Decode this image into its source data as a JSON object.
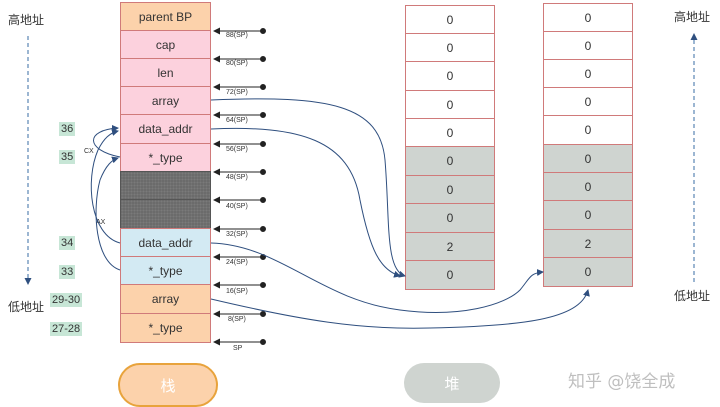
{
  "left_axis": {
    "top_label": "高地址",
    "bottom_label": "低地址"
  },
  "right_axis": {
    "top_label": "高地址",
    "bottom_label": "低地址"
  },
  "line_numbers": [
    "36",
    "35",
    "34",
    "33",
    "29-30",
    "27-28"
  ],
  "register_labels": {
    "cx": "CX",
    "ax": "AX"
  },
  "stack_cells": [
    "parent BP",
    "cap",
    "len",
    "array",
    "data_addr",
    "*_type",
    "",
    "",
    "data_addr",
    "*_type",
    "array",
    "*_type"
  ],
  "sp_offsets": [
    "88(SP)",
    "80(SP)",
    "72(SP)",
    "64(SP)",
    "56(SP)",
    "48(SP)",
    "40(SP)",
    "32(SP)",
    "24(SP)",
    "16(SP)",
    "8(SP)",
    "SP"
  ],
  "heap_left": [
    "0",
    "0",
    "0",
    "0",
    "0",
    "0",
    "0",
    "0",
    "2",
    "0"
  ],
  "heap_right": [
    "0",
    "0",
    "0",
    "0",
    "0",
    "0",
    "0",
    "0",
    "2",
    "0"
  ],
  "buttons": {
    "stack": "栈",
    "heap": "堆"
  },
  "colors": {
    "stack_button": "#fcd2ab",
    "stack_button_border": "#e8a33c",
    "heap_button": "#cfd4d0",
    "arrow": "#2f4f7f"
  },
  "watermark": "知乎 @饶全成"
}
